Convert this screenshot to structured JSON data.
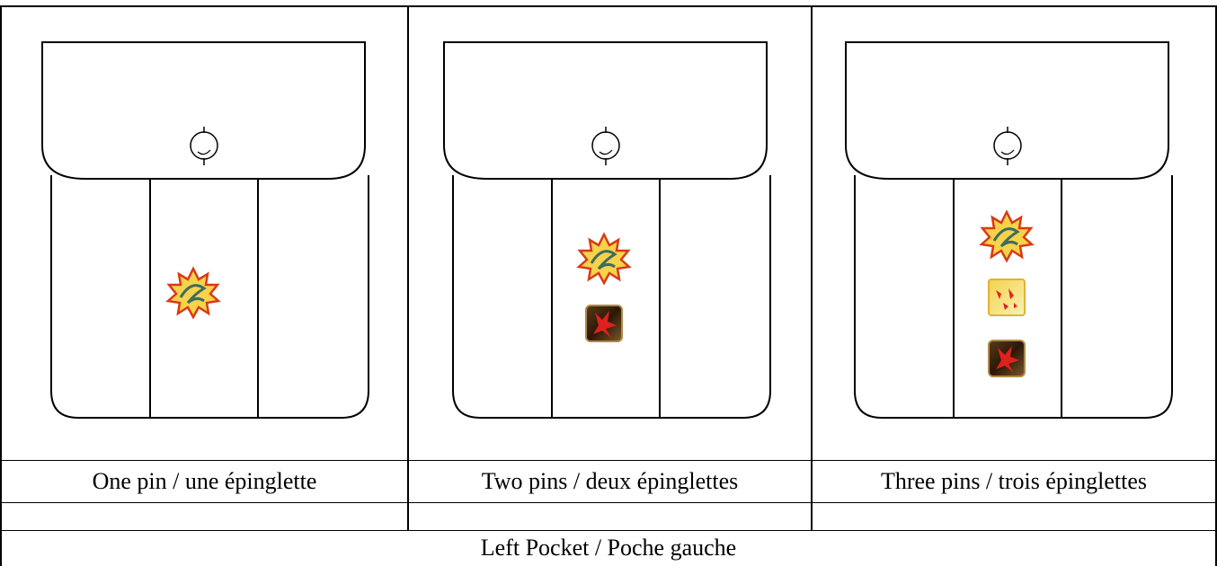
{
  "columns": [
    {
      "caption": "One pin / une épinglette",
      "pins": [
        "leaf-pin"
      ]
    },
    {
      "caption": "Two pins / deux épinglettes",
      "pins": [
        "leaf-pin",
        "red-square-pin"
      ]
    },
    {
      "caption": "Three pins / trois épinglettes",
      "pins": [
        "leaf-pin",
        "yellow-square-pin",
        "red-square-pin"
      ]
    }
  ],
  "footer": "Left Pocket / Poche gauche"
}
